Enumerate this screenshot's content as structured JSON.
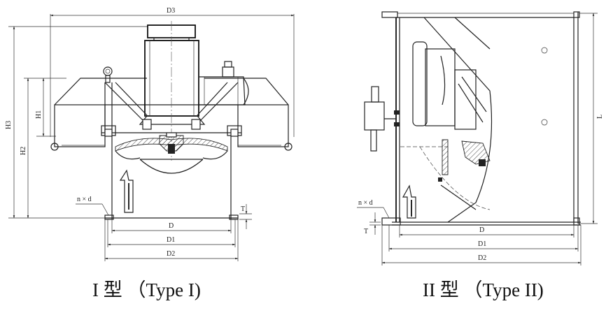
{
  "type1": {
    "caption": "I 型 （Type I)",
    "dims": {
      "D3": "D3",
      "H3": "H3",
      "H2": "H2",
      "H1": "H1",
      "nxd": "n × d",
      "T": "T",
      "D": "D",
      "D1": "D1",
      "D2": "D2"
    }
  },
  "type2": {
    "caption": "II 型 （Type II)",
    "dims": {
      "L": "L",
      "nxd": "n × d",
      "T": "T",
      "D": "D",
      "D1": "D1",
      "D2": "D2"
    }
  }
}
